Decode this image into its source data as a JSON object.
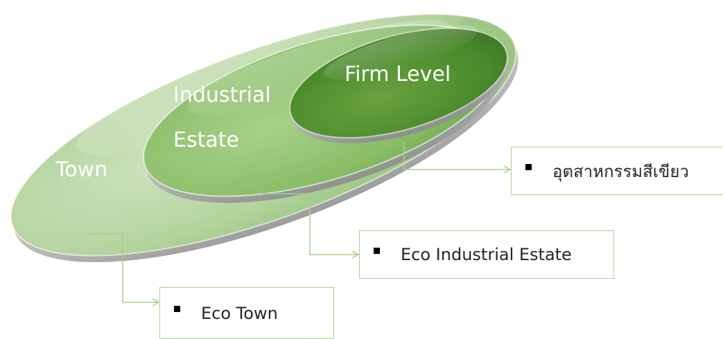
{
  "diagram": {
    "ellipses": {
      "town": {
        "label": "Town"
      },
      "estate": {
        "label_line1": "Industrial",
        "label_line2": "Estate"
      },
      "firm": {
        "label": "Firm Level"
      }
    },
    "callouts": {
      "firm": {
        "text": "อุตสาหกรรมสีเขียว"
      },
      "estate": {
        "text": "Eco Industrial Estate"
      },
      "town": {
        "text": "Eco Town"
      }
    },
    "colors": {
      "green_light": "#b9d7a4",
      "green_mid": "#8fc071",
      "green_dark": "#4a8a2c",
      "connector": "#a9d08e"
    }
  }
}
